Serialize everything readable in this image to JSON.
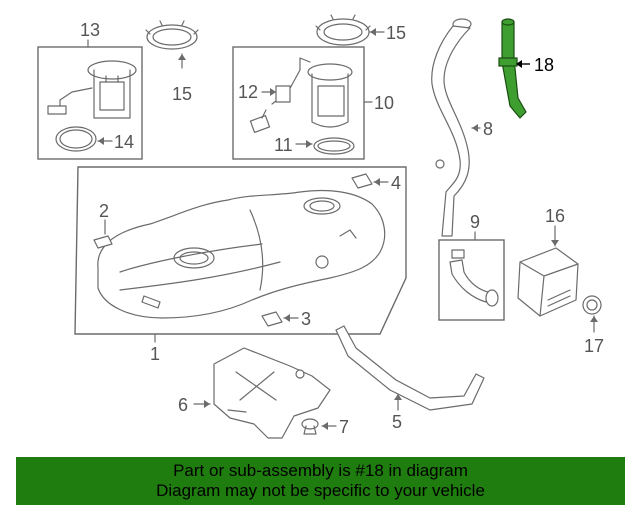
{
  "callouts": {
    "c1": "1",
    "c2": "2",
    "c3": "3",
    "c4": "4",
    "c5": "5",
    "c6": "6",
    "c7": "7",
    "c8": "8",
    "c9": "9",
    "c10": "10",
    "c11": "11",
    "c12": "12",
    "c13": "13",
    "c14": "14",
    "c15a": "15",
    "c15b": "15",
    "c16": "16",
    "c17": "17",
    "c18": "18"
  },
  "highlight_part": "18",
  "colors": {
    "highlight": "#3e9e2f",
    "footer_bg": "#1f7d0f",
    "line": "#6b6b6b"
  },
  "footer": {
    "line1": "Part or sub-assembly is #18 in diagram",
    "line2": "Diagram may not be specific to your vehicle"
  }
}
